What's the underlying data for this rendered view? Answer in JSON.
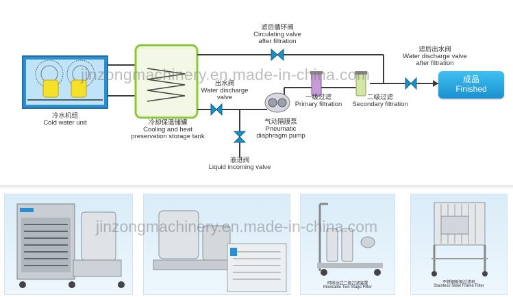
{
  "labels": {
    "cold_water_unit": {
      "cn": "冷水机组",
      "en": "Cold water unit"
    },
    "storage_tank": {
      "cn": "冷却保温储罐",
      "en1": "Cooling and heat",
      "en2": "preservation storage tank"
    },
    "circulating_valve": {
      "cn": "滤后循环阀",
      "en1": "Circulating valve",
      "en2": "after filtration"
    },
    "water_discharge_valve": {
      "cn": "出水阀",
      "en1": "Water discharge",
      "en2": "valve"
    },
    "pneumatic_pump": {
      "cn": "气动隔膜泵",
      "en1": "Pneumatic",
      "en2": "diaphragm pump"
    },
    "liquid_incoming_valve": {
      "cn": "液进阀",
      "en": "Liquid incoming valve"
    },
    "primary_filtration": {
      "cn": "一级过滤",
      "en": "Primary filtration"
    },
    "secondary_filtration": {
      "cn": "二级过滤",
      "en": "Secondary filtration"
    },
    "water_discharge_after": {
      "cn": "滤后出水阀",
      "en1": "Water discharge valve",
      "en2": "after filtration"
    }
  },
  "finished": {
    "cn": "成品",
    "en": "Finished"
  },
  "watermark": "jinzongmachinery.en.made-in-china.com",
  "photos": {
    "filter_frame_caption": {
      "cn": "不锈钢板框过滤机",
      "en": "Stainless Steel Frame Filter"
    },
    "two_stage_caption": {
      "cn": "可移动式二级过滤装置",
      "en": "Moveable Two Stage Filter"
    }
  },
  "colors": {
    "pipe": "#3a3a3a",
    "valve": "#1b8fc6",
    "accent": "#1a90d0",
    "tank_green": "#8cc63f"
  }
}
